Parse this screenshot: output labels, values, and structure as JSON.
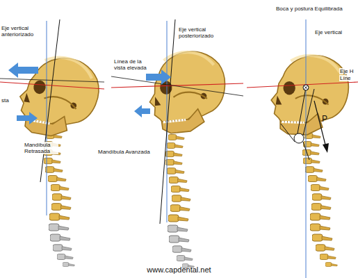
{
  "diagram": {
    "labels": [
      "Eje vertical anteriorizado",
      "Línea de la vista elevada",
      "Eje vertical posteriorizado",
      "sta",
      "Mandíbula Avanzada",
      "Mandíbula Retrasada",
      "Boca y postura Equilibrada",
      "Eje vertical",
      "Eje H",
      "Líne",
      "P",
      "www.capdental.net"
    ]
  }
}
